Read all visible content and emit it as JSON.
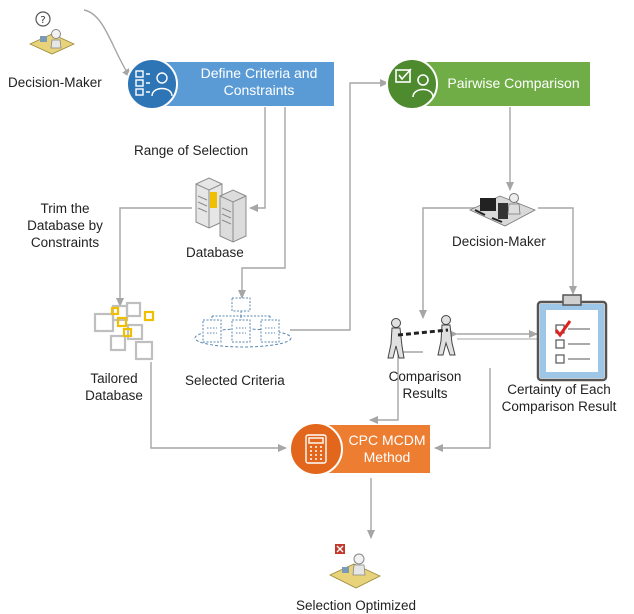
{
  "actors": {
    "top_left": "Decision-Maker",
    "middle_right": "Decision-Maker",
    "bottom": "Selection Optimized"
  },
  "process": {
    "define_criteria": "Define Criteria and Constraints",
    "pairwise": "Pairwise Comparison",
    "cpc": "CPC MCDM Method"
  },
  "data_nodes": {
    "database": "Database",
    "selected_criteria": "Selected Criteria",
    "tailored_database": "Tailored Database",
    "comparison_results": "Comparison Results",
    "certainty": "Certainty of Each Comparison Result"
  },
  "edge_labels": {
    "range": "Range of Selection",
    "trim": "Trim the Database by Constraints"
  },
  "colors": {
    "blue_box": "#5b9bd5",
    "blue_circle": "#2e75b6",
    "green_box": "#70ad47",
    "green_circle": "#4e8a2e",
    "orange_box": "#ed7d31",
    "orange_circle": "#e2671c",
    "arrow": "#a6a6a6",
    "gold": "#f0c000"
  }
}
